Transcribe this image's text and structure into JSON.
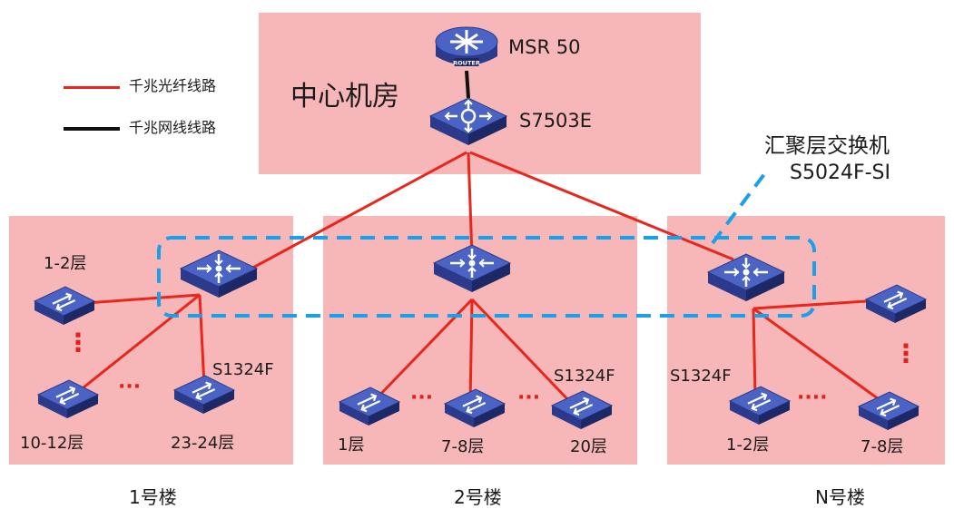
{
  "legend": {
    "fiber_label": "千兆光纤线路",
    "copper_label": "千兆网线线路",
    "fiber_color": "#e8261c",
    "copper_color": "#111111"
  },
  "core": {
    "room_label": "中心机房",
    "router_model": "MSR 50",
    "router_badge": "ROUTER",
    "core_switch_model": "S7503E"
  },
  "aggregation": {
    "title": "汇聚层交换机",
    "model": "S5024F-SI",
    "highlight_color": "#1aa0e8"
  },
  "buildings": [
    {
      "name": "1号楼",
      "access_model": "S1324F",
      "floors": [
        "1-2层",
        "10-12层",
        "23-24层"
      ],
      "ellipsis_vertical": "⋮",
      "ellipsis_horizontal": "···"
    },
    {
      "name": "2号楼",
      "access_model": "S1324F",
      "floors": [
        "1层",
        "7-8层",
        "20层"
      ],
      "ellipsis_horizontal": "···"
    },
    {
      "name": "N号楼",
      "access_model": "S1324F",
      "floors": [
        "1-2层",
        "7-8层"
      ],
      "ellipsis_vertical": "⋮",
      "ellipsis_horizontal": "····"
    }
  ],
  "colors": {
    "zone_fill": "#f7b6b8",
    "device_blue": "#3a4fa8"
  }
}
